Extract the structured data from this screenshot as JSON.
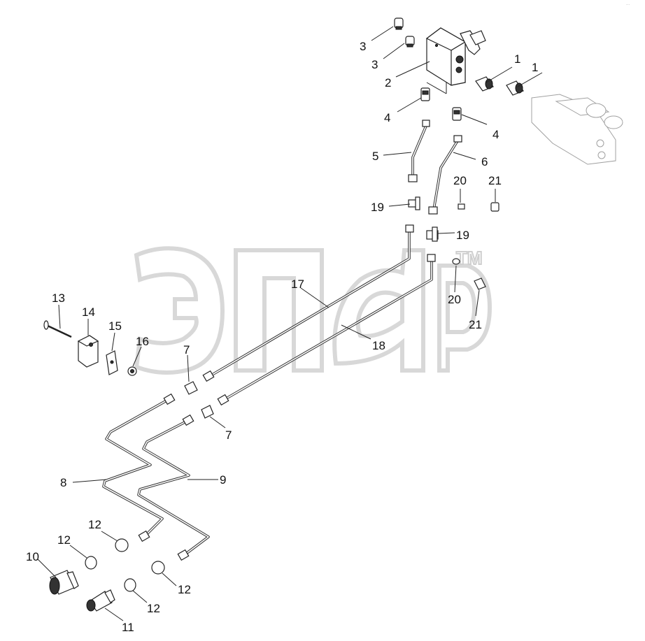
{
  "diagram": {
    "watermark_tm": "TM",
    "corner_mark": "···",
    "callouts": [
      "1",
      "1",
      "2",
      "3",
      "3",
      "4",
      "4",
      "5",
      "6",
      "7",
      "7",
      "8",
      "9",
      "10",
      "11",
      "12",
      "12",
      "12",
      "12",
      "13",
      "14",
      "15",
      "16",
      "17",
      "18",
      "19",
      "19",
      "20",
      "20",
      "21",
      "21"
    ]
  }
}
